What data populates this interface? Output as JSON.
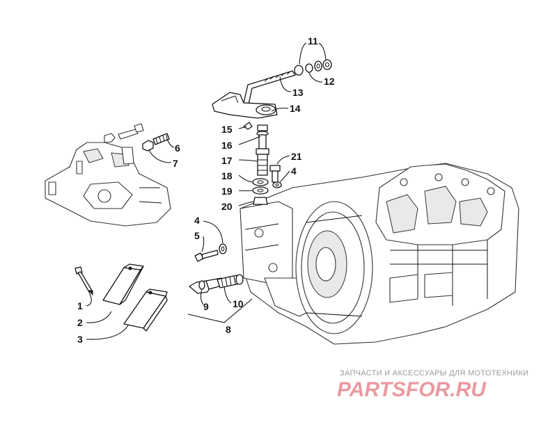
{
  "callouts": {
    "c1": "1",
    "c2": "2",
    "c3": "3",
    "c4a": "4",
    "c4b": "4",
    "c5": "5",
    "c6": "6",
    "c7": "7",
    "c8": "8",
    "c9": "9",
    "c10": "10",
    "c11": "11",
    "c12": "12",
    "c13": "13",
    "c14": "14",
    "c15": "15",
    "c16": "16",
    "c17": "17",
    "c18": "18",
    "c19": "19",
    "c20": "20",
    "c21": "21"
  },
  "watermark": {
    "tagline": "ЗАПЧАСТИ И АКСЕССУАРЫ ДЛЯ МОТОТЕХНИКИ",
    "logo": "PARTSFOR.RU"
  }
}
